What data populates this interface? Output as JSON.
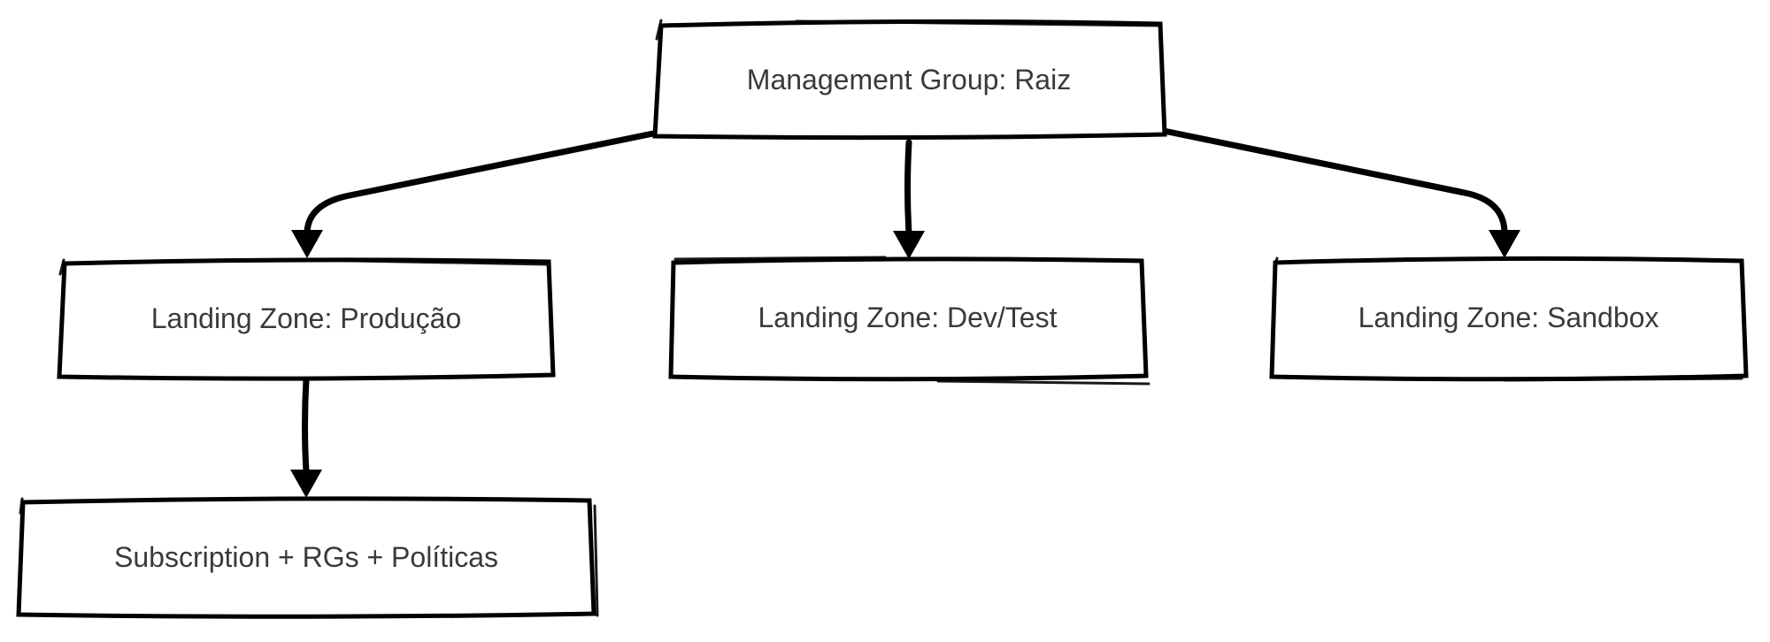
{
  "diagram": {
    "type": "flowchart",
    "background": "#ffffff",
    "colors": {
      "stroke": "#000000",
      "text": "#3a3a3a",
      "node_fill": "#ffffff"
    },
    "nodes": [
      {
        "id": "mg-raiz",
        "label": "Management Group: Raiz"
      },
      {
        "id": "lz-producao",
        "label": "Landing Zone: Produção"
      },
      {
        "id": "lz-devtest",
        "label": "Landing Zone: Dev/Test"
      },
      {
        "id": "lz-sandbox",
        "label": "Landing Zone: Sandbox"
      },
      {
        "id": "subscription-rgs-politicas",
        "label": "Subscription + RGs + Políticas"
      }
    ],
    "edges": [
      {
        "from": "mg-raiz",
        "to": "lz-producao",
        "style": "arrow-down"
      },
      {
        "from": "mg-raiz",
        "to": "lz-devtest",
        "style": "arrow-down"
      },
      {
        "from": "mg-raiz",
        "to": "lz-sandbox",
        "style": "arrow-down"
      },
      {
        "from": "lz-producao",
        "to": "subscription-rgs-politicas",
        "style": "arrow-down"
      }
    ]
  }
}
